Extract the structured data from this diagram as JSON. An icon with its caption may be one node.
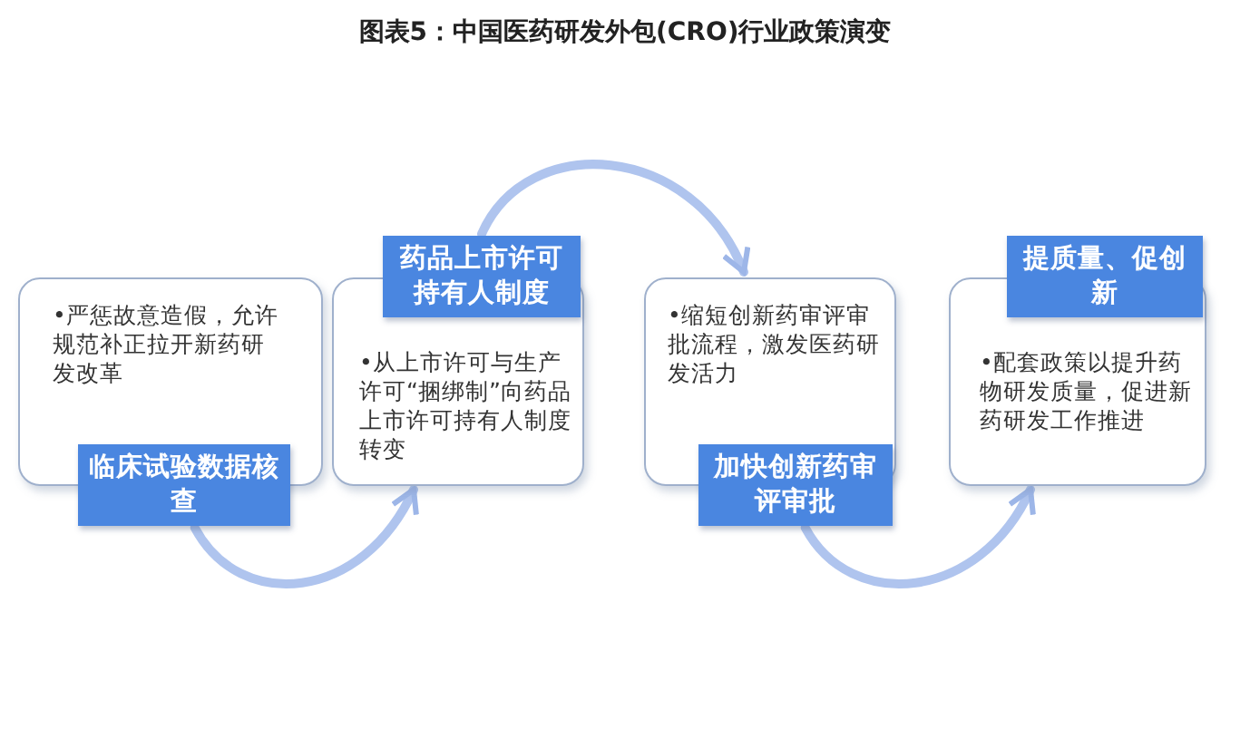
{
  "diagram": {
    "title": "图表5：中国医药研发外包(CRO)行业政策演变",
    "nodes": [
      {
        "text": [
          "•严惩故意造假，允许规范补正拉开新药研发改革"
        ]
      },
      {
        "text": [
          "临床试验数据核查"
        ]
      },
      {
        "text": [
          "•从上市许可与生产许可“捆绑制”向药品上市许可持有人制度转变"
        ]
      },
      {
        "text": [
          "药品上市许可持有人制度"
        ]
      },
      {
        "text": [
          "•缩短创新药审评审批流程，激发医药研发活力"
        ]
      },
      {
        "text": [
          "加快创新药审评审批"
        ]
      },
      {
        "text": [
          "•配套政策以提升药物研发质量，促进新药研发工作推进"
        ]
      },
      {
        "text": [
          "提质量、促创新"
        ]
      }
    ],
    "edges": [
      {
        "from": 1,
        "to": 2,
        "arrow": "to"
      },
      {
        "from": 3,
        "to": 4,
        "arrow": "to"
      },
      {
        "from": 5,
        "to": 6,
        "arrow": "to"
      }
    ]
  }
}
